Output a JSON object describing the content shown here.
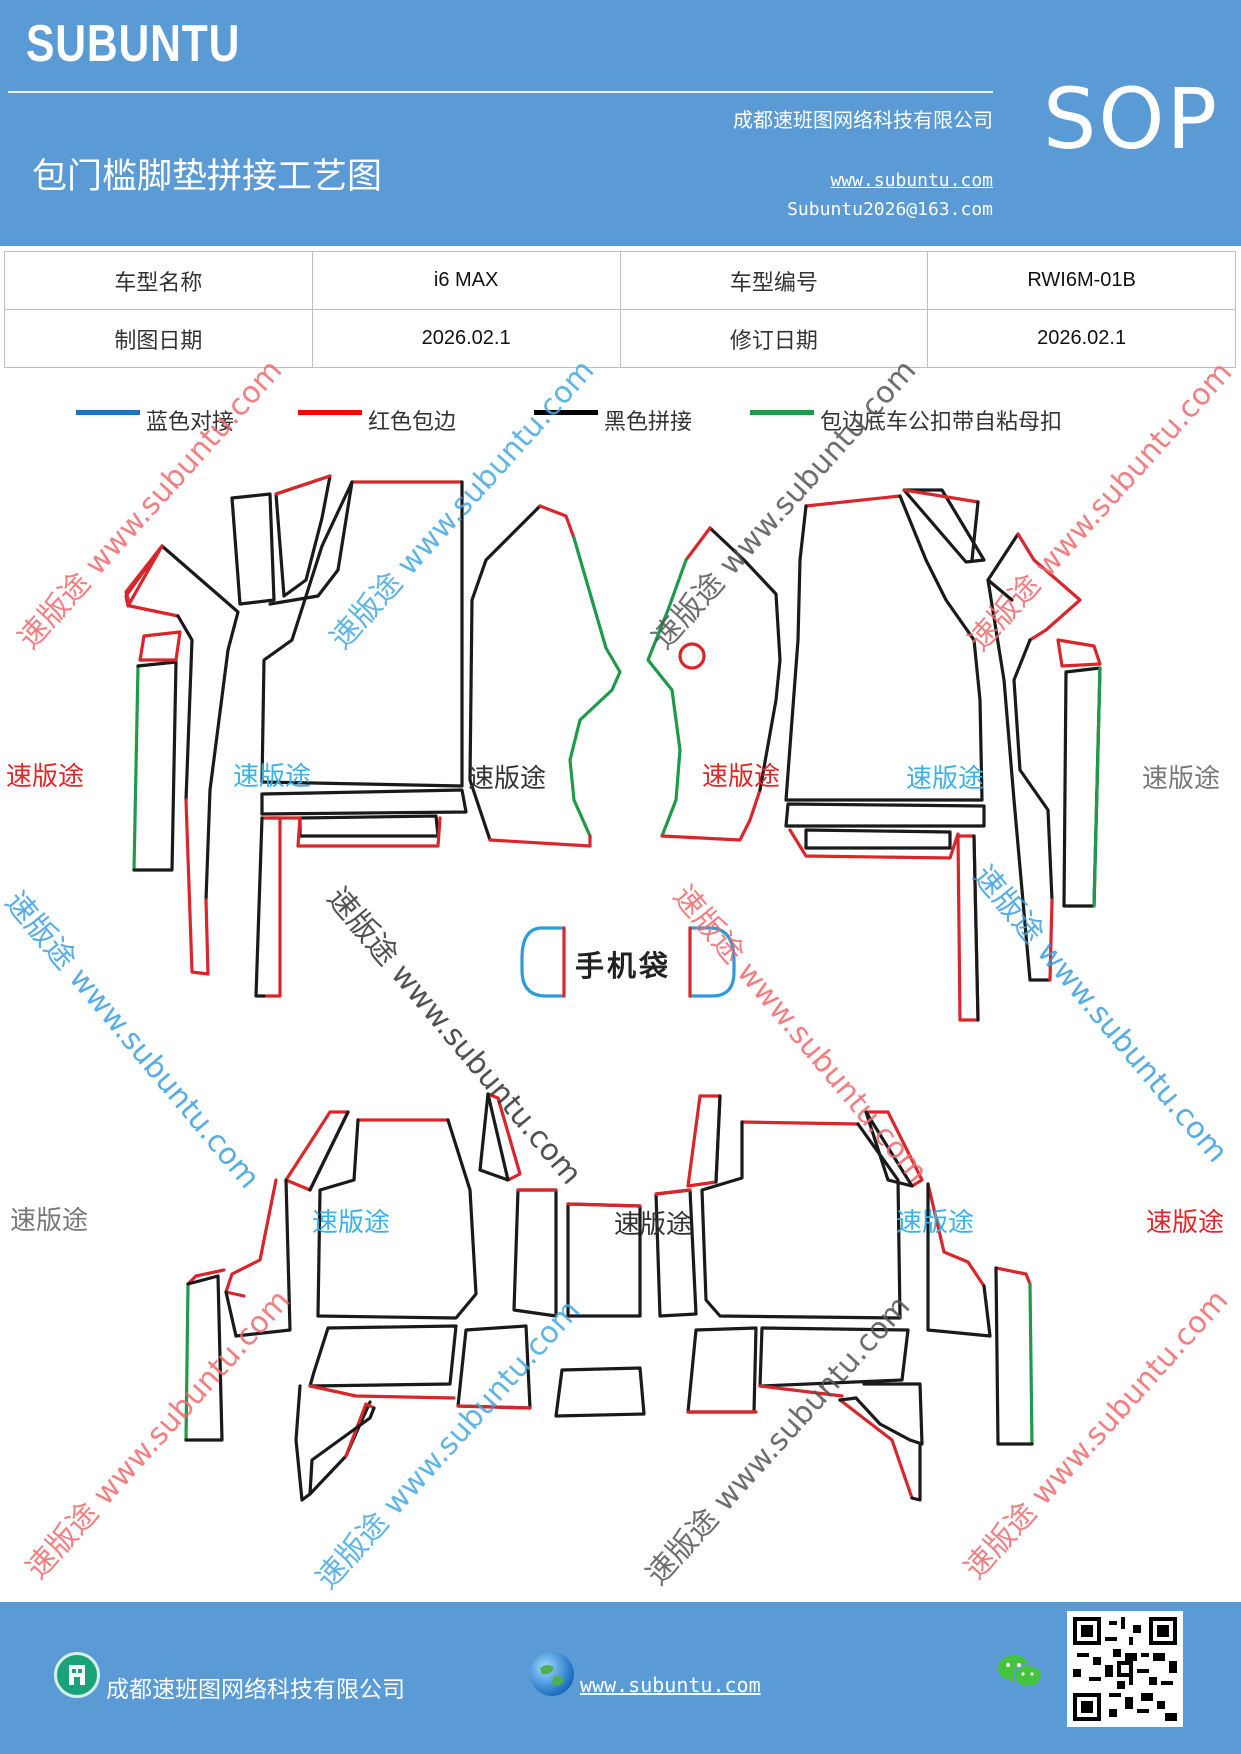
{
  "header": {
    "brand": "SUBUNTU",
    "company": "成都速班图网络科技有限公司",
    "title": "包门槛脚垫拼接工艺图",
    "website": "www.subuntu.com",
    "email": "Subuntu2026@163.com",
    "badge": "SOP"
  },
  "info": {
    "model_name_label": "车型名称",
    "model_name": "i6 MAX",
    "model_code_label": "车型编号",
    "model_code": "RWI6M-01B",
    "draw_date_label": "制图日期",
    "draw_date": "2026.02.1",
    "revise_date_label": "修订日期",
    "revise_date": "2026.02.1"
  },
  "legend": [
    {
      "label": "蓝色对接",
      "color": "#1f73c3"
    },
    {
      "label": "红色包边",
      "color": "#ff0000"
    },
    {
      "label": "黑色拼接",
      "color": "#000000"
    },
    {
      "label": "包边底车公扣带自粘母扣",
      "color": "#1e9a4a"
    }
  ],
  "diagram": {
    "phone_pocket": "手机袋"
  },
  "watermarks": {
    "brand_cn": "速版途",
    "diag_text": "速版途 www.subuntu.com",
    "diag_text_alt": "www.subuntu.com"
  },
  "footer": {
    "company": "成都速班图网络科技有限公司",
    "website": "www.subuntu.com",
    "icons": [
      "building-icon",
      "globe-icon",
      "wechat-icon"
    ]
  }
}
